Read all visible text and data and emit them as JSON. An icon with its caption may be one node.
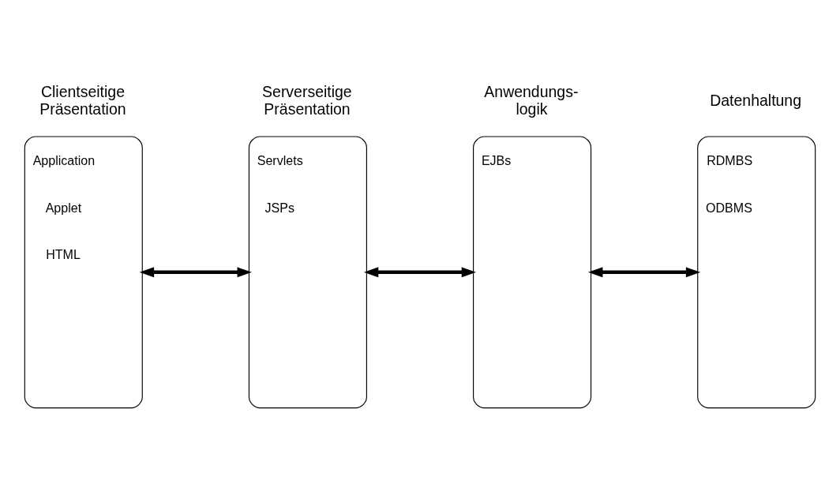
{
  "diagram": {
    "nodes": [
      {
        "text": [
          "Clientseitige Präsentation",
          "Application",
          "Applet",
          "HTML"
        ]
      },
      {
        "text": [
          "Serverseitige Präsentation",
          "Servlets",
          "JSPs"
        ]
      },
      {
        "text": [
          "Anwendungs- logik",
          "EJBs"
        ]
      },
      {
        "text": [
          "Datenhaltung",
          "RDMBS",
          "ODBMS"
        ]
      }
    ],
    "edges": [
      {
        "from": 0,
        "to": 1,
        "arrow": "both"
      },
      {
        "from": 1,
        "to": 2,
        "arrow": "both"
      },
      {
        "from": 2,
        "to": 3,
        "arrow": "both"
      }
    ]
  }
}
